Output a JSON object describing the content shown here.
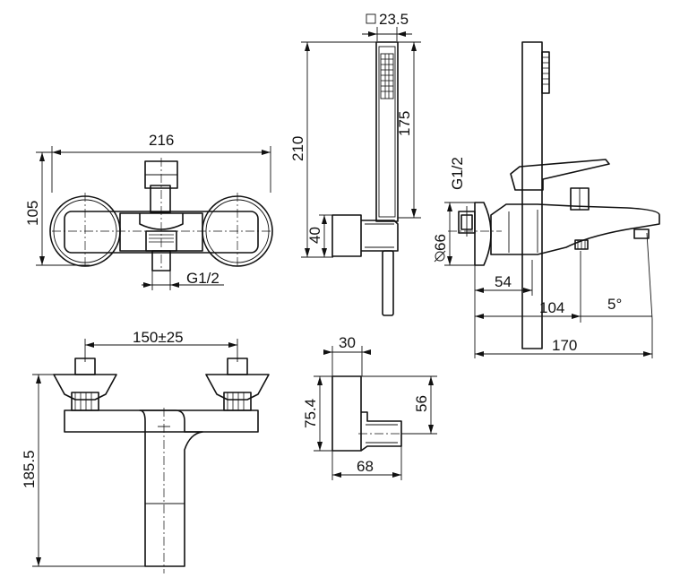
{
  "dimensions": {
    "front_width": "216",
    "front_height": "105",
    "front_thread": "G1/2",
    "shower_width": "23.5",
    "shower_total": "210",
    "shower_head": "175",
    "shower_holder": "40",
    "side_thread": "G1/2",
    "side_flange": "66",
    "side_54": "54",
    "side_104": "104",
    "side_angle": "5°",
    "side_170": "170",
    "top_centers": "150±25",
    "top_height": "185.5",
    "holder_width": "30",
    "holder_height": "75.4",
    "holder_56": "56",
    "holder_68": "68"
  }
}
